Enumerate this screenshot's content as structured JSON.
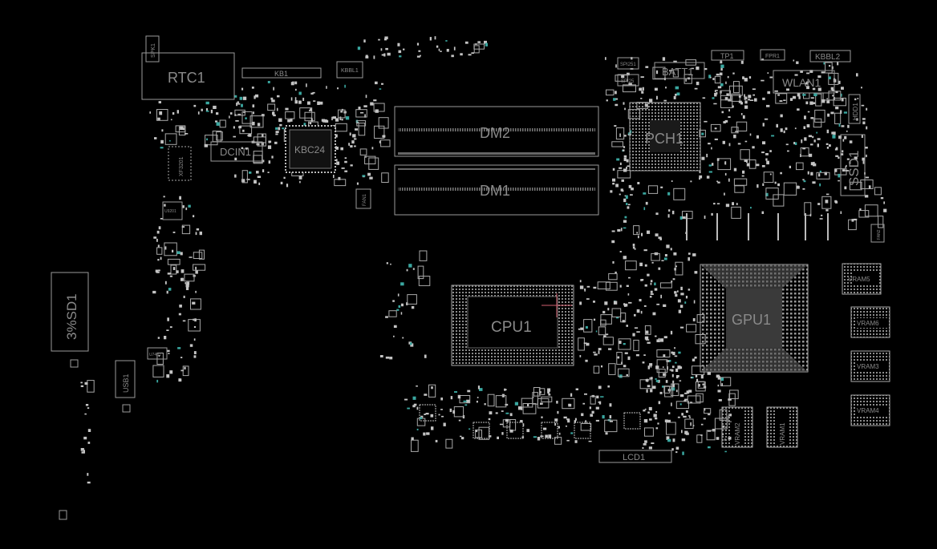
{
  "viewer": {
    "title": "Boardview"
  },
  "components": [
    {
      "id": "spk",
      "label": "SPK1"
    },
    {
      "id": "rtc",
      "label": "RTC1"
    },
    {
      "id": "kb",
      "label": "KB1"
    },
    {
      "id": "kbbl",
      "label": "KBBL1"
    },
    {
      "id": "dcin",
      "label": "DCIN1"
    },
    {
      "id": "kbc",
      "label": "KBC24"
    },
    {
      "id": "xf",
      "label": "XF3201"
    },
    {
      "id": "fan",
      "label": "FAN1"
    },
    {
      "id": "dm2",
      "label": "DM2"
    },
    {
      "id": "dm1",
      "label": "DM1"
    },
    {
      "id": "pch",
      "label": "PCH1"
    },
    {
      "id": "spi1",
      "label": "SPI251"
    },
    {
      "id": "spi2",
      "label": "SPI25"
    },
    {
      "id": "batt",
      "label": "BATT1"
    },
    {
      "id": "tp",
      "label": "TP1"
    },
    {
      "id": "fpr",
      "label": "FPR1"
    },
    {
      "id": "kbbl2",
      "label": "KBBL2"
    },
    {
      "id": "wlan",
      "label": "WLAN1"
    },
    {
      "id": "hdd",
      "label": "HDD1"
    },
    {
      "id": "ssd",
      "label": "SSD1"
    },
    {
      "id": "sd",
      "label": "3%SD1"
    },
    {
      "id": "usb",
      "label": "USB1"
    },
    {
      "id": "cpu",
      "label": "CPU1"
    },
    {
      "id": "gpu",
      "label": "GPU1"
    },
    {
      "id": "vram5",
      "label": "VRAM5"
    },
    {
      "id": "vram6",
      "label": "VRAM6"
    },
    {
      "id": "vram3",
      "label": "VRAM3"
    },
    {
      "id": "vram4",
      "label": "VRAM4"
    },
    {
      "id": "vram2",
      "label": "VRAM2"
    },
    {
      "id": "vram1",
      "label": "VRAM1"
    },
    {
      "id": "lcd",
      "label": "LCD1"
    },
    {
      "id": "fan2",
      "label": "FAN2"
    },
    {
      "id": "u7",
      "label": "U7401"
    },
    {
      "id": "u9",
      "label": "U9201"
    }
  ]
}
